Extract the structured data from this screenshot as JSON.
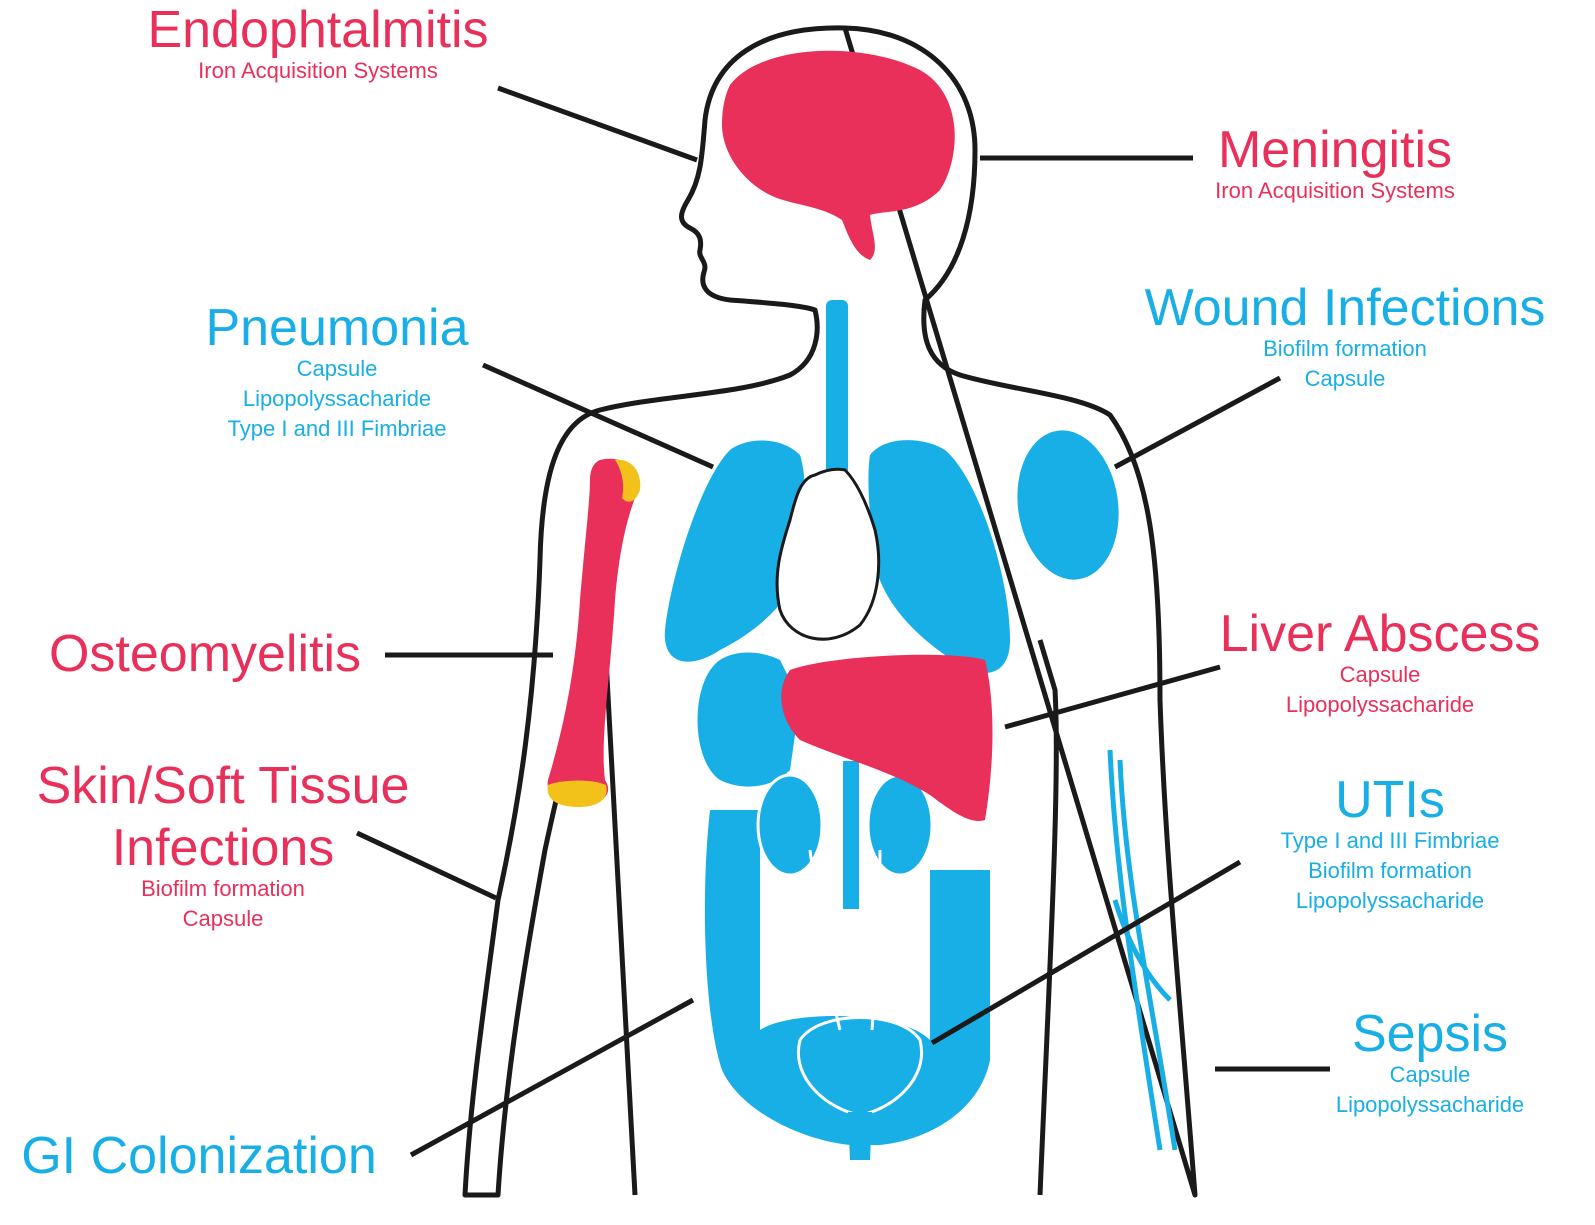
{
  "colors": {
    "red": "#e8305a",
    "blue": "#18aee6",
    "yellow": "#f2c21b",
    "outline": "#1a1a1a"
  },
  "labels": {
    "endophthalmitis": {
      "title": "Endophtalmitis",
      "factors": [
        "Iron Acquisition Systems"
      ]
    },
    "meningitis": {
      "title": "Meningitis",
      "factors": [
        "Iron Acquisition Systems"
      ]
    },
    "pneumonia": {
      "title": "Pneumonia",
      "factors": [
        "Capsule",
        "Lipopolyssacharide",
        "Type I and III Fimbriae"
      ]
    },
    "wound_infections": {
      "title": "Wound Infections",
      "factors": [
        "Biofilm formation",
        "Capsule"
      ]
    },
    "osteomyelitis": {
      "title": "Osteomyelitis",
      "factors": []
    },
    "liver_abscess": {
      "title": "Liver Abscess",
      "factors": [
        "Capsule",
        "Lipopolyssacharide"
      ]
    },
    "skin_soft_tissue": {
      "title_line1": "Skin/Soft Tissue",
      "title_line2": "Infections",
      "factors": [
        "Biofilm formation",
        "Capsule"
      ]
    },
    "utis": {
      "title": "UTIs",
      "factors": [
        "Type I and III Fimbriae",
        "Biofilm formation",
        "Lipopolyssacharide"
      ]
    },
    "sepsis": {
      "title": "Sepsis",
      "factors": [
        "Capsule",
        "Lipopolyssacharide"
      ]
    },
    "gi_colonization": {
      "title": "GI Colonization",
      "factors": []
    }
  }
}
